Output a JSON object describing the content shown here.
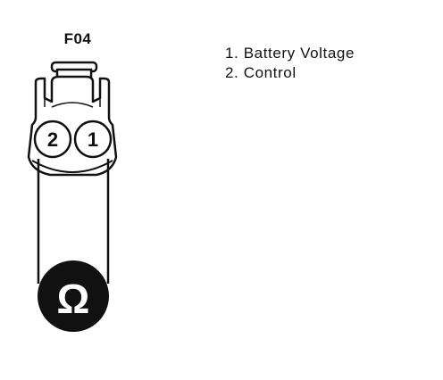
{
  "connector": {
    "title": "F04",
    "pins": [
      {
        "label": "2"
      },
      {
        "label": "1"
      }
    ]
  },
  "meter": {
    "symbol": "Ω",
    "icon": "ohmmeter-icon"
  },
  "legend": {
    "items": [
      {
        "text": "1. Battery Voltage"
      },
      {
        "text": "2. Control"
      }
    ]
  },
  "colors": {
    "ink": "#111111",
    "background": "#ffffff"
  }
}
